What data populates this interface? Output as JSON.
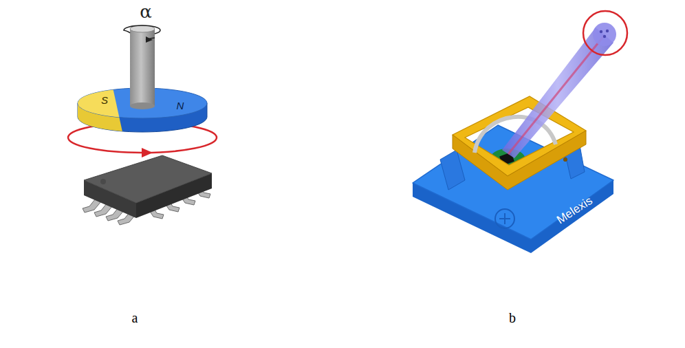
{
  "diagram": {
    "labels": [
      "α",
      "S",
      "N",
      "Melexis",
      "a",
      "b"
    ]
  }
}
